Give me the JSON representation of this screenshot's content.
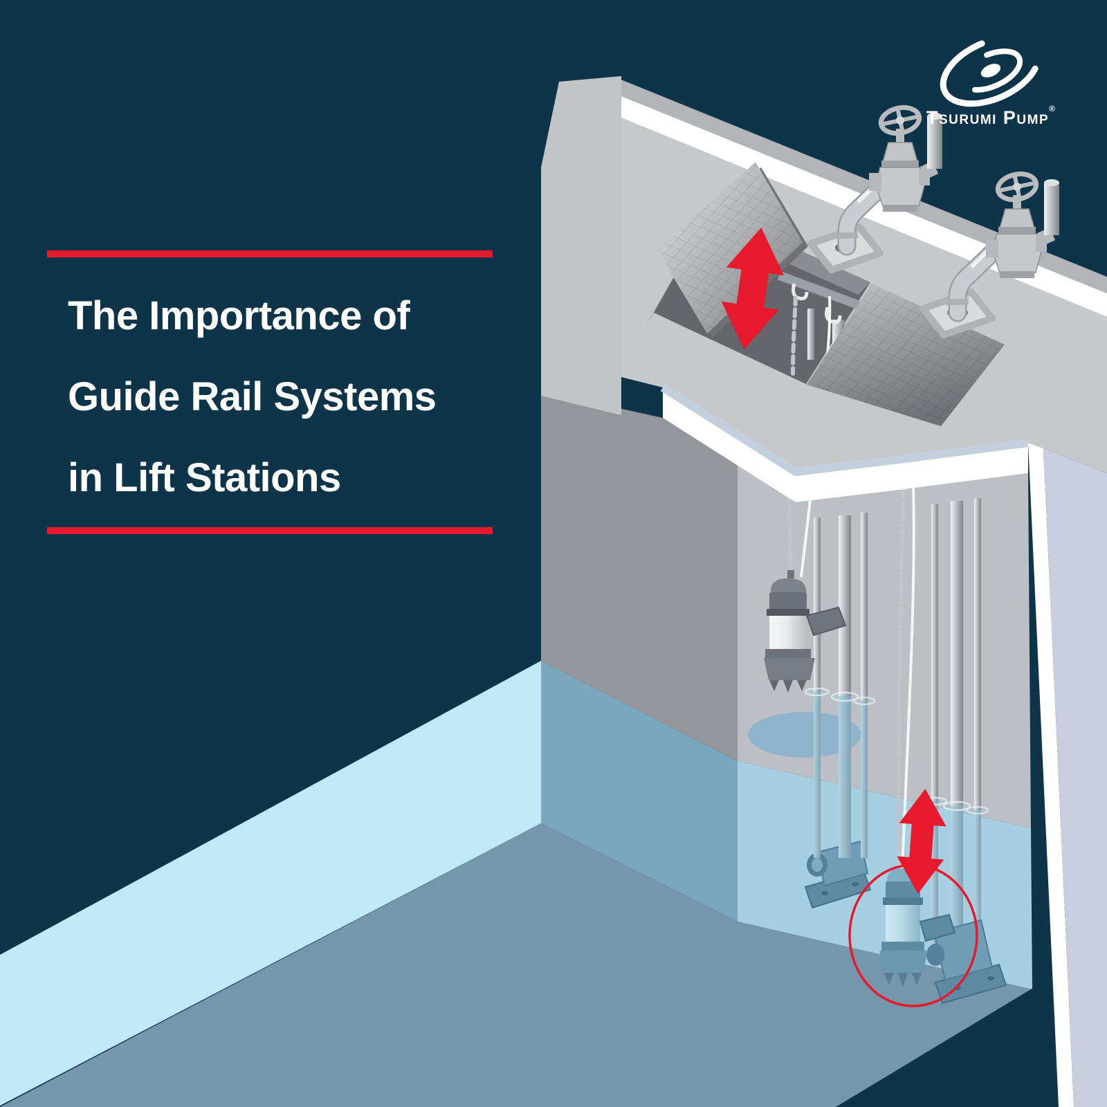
{
  "page": {
    "background_color": "#0e3449",
    "accent_red": "#e8192c",
    "text_color": "#ffffff"
  },
  "title": {
    "lines": [
      "The Importance of",
      "Guide Rail Systems",
      "in Lift Stations"
    ]
  },
  "brand": {
    "display": "Tsurumi Pump",
    "registered_mark": "®",
    "logo_icon": "galaxy-swirl-icon"
  },
  "scene": {
    "type": "isometric-cutaway-illustration",
    "subject": "duplex submersible pump lift station with guide rail system",
    "elements": [
      "concrete-deck",
      "open-hatch-lid",
      "closed-checker-hatch",
      "gate-valve-left",
      "gate-valve-right",
      "discharge-pipe-left",
      "discharge-pipe-right",
      "pipe-flange-plate-left",
      "pipe-flange-plate-right",
      "guide-rails-left",
      "guide-rails-right",
      "lifting-chain-left",
      "lifting-chain-right",
      "power-cable-left",
      "power-cable-right",
      "raised-pump",
      "seated-pump",
      "discharge-elbow-left",
      "discharge-elbow-right",
      "wet-well-water",
      "red-lift-arrow-top",
      "red-lift-arrow-bottom",
      "red-highlight-circle"
    ],
    "colors": {
      "deck_gray": "#c6c8cb",
      "wall_gray": "#c2c4c7",
      "interior_shadow_gray": "#94969c",
      "back_wall_gray": "#bcbfc3",
      "water_cut_face": "#bfe9f8",
      "water_on_left_wall": "#7aa6be",
      "water_on_back_wall": "#a6cfe2",
      "floor_blue": "#7697ab",
      "right_cut_wall": "#c8cede",
      "pump_steel": "#e9ebed",
      "pump_submerged_blue": "#b9dbe8",
      "valve_metal": "#c6c9cc",
      "arrow_red": "#e8192c"
    }
  }
}
